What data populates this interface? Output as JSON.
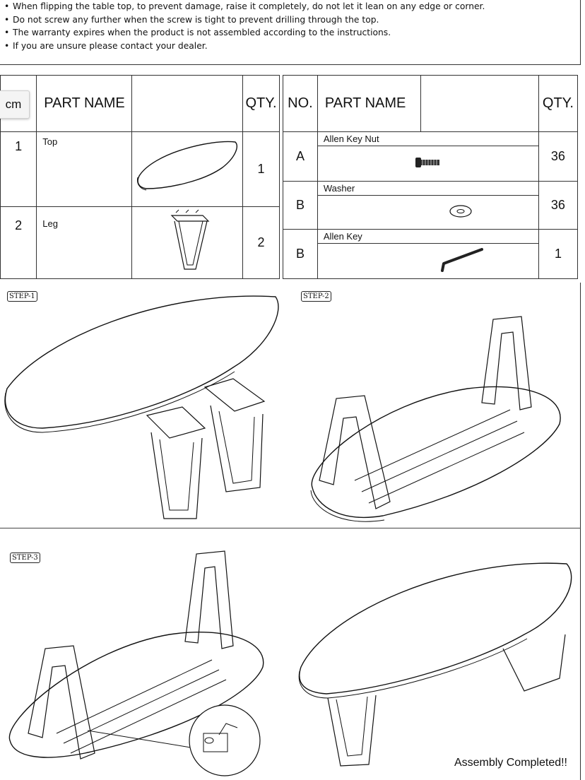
{
  "notes": [
    "When flipping the table top, to prevent damage, raise it completely, do not let it lean on any edge or corner.",
    "Do not screw any further when the screw is tight to prevent drilling through the top.",
    "The warranty expires when the product is not assembled according to the instructions.",
    "If you are unsure please contact your dealer."
  ],
  "tooltip": "cm",
  "left_table": {
    "headers": {
      "no": ".",
      "name": "PART NAME",
      "qty": "QTY."
    },
    "rows": [
      {
        "no": "1",
        "name": "Top",
        "qty": "1"
      },
      {
        "no": "2",
        "name": "Leg",
        "qty": "2"
      }
    ]
  },
  "right_table": {
    "headers": {
      "no": "NO.",
      "name": "PART NAME",
      "qty": "QTY."
    },
    "rows": [
      {
        "no": "A",
        "name": "Allen Key Nut",
        "qty": "36"
      },
      {
        "no": "B",
        "name": "Washer",
        "qty": "36"
      },
      {
        "no": "B",
        "name": "Allen Key",
        "qty": "1"
      }
    ]
  },
  "steps": {
    "s1": "STEP-1",
    "s2": "STEP-2",
    "s3": "STEP-3"
  },
  "completed": "Assembly Completed!!"
}
